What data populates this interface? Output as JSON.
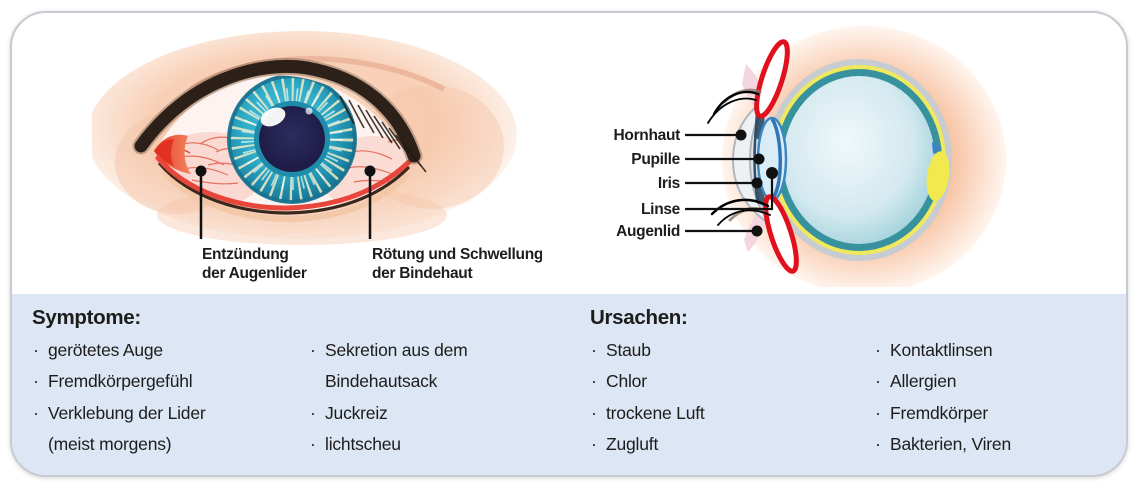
{
  "figure_left": {
    "annotations": [
      {
        "line1": "Entzündung",
        "line2": "der Augenlider"
      },
      {
        "line1": "Rötung und Schwellung",
        "line2": "der Bindehaut"
      }
    ]
  },
  "figure_right": {
    "labels": [
      "Hornhaut",
      "Pupille",
      "Iris",
      "Linse",
      "Augenlid"
    ]
  },
  "symptome": {
    "heading": "Symptome:",
    "col1": [
      "gerötetes Auge",
      "Fremdkörpergefühl",
      "Verklebung der Lider\n(meist morgens)"
    ],
    "col2": [
      "Sekretion aus dem\nBindehautsack",
      "Juckreiz",
      "lichtscheu"
    ]
  },
  "ursachen": {
    "heading": "Ursachen:",
    "col1": [
      "Staub",
      "Chlor",
      "trockene Luft",
      "Zugluft"
    ],
    "col2": [
      "Kontaktlinsen",
      "Allergien",
      "Fremdkörper",
      "Bakterien, Viren"
    ]
  },
  "bullet": "·",
  "colors": {
    "panel_blue": "#dce6f4",
    "text": "#1d1d1b",
    "inflamed_red": "#e8463a",
    "iris_teal": "#2fadc9",
    "eyelid_red": "#e0111c",
    "sclera_yellow": "#f0e95e",
    "retina_teal": "#37929e"
  }
}
